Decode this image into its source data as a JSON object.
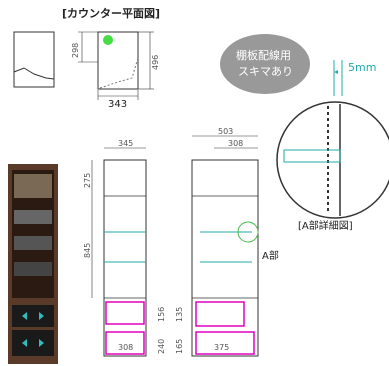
{
  "header": {
    "plan_title": "[カウンター平面図]",
    "detail_title": "[A部詳細図]"
  },
  "bubble": {
    "line1": "棚板配線用",
    "line2": "スキマあり",
    "gap": "5mm"
  },
  "plan_dims": {
    "depth_top": "298",
    "depth_total": "496",
    "width_front": "343"
  },
  "front_view": {
    "width": "345",
    "h_top": "275",
    "h_mid": "845",
    "h_drawer_small": "156",
    "h_drawer_big": "240",
    "inner_w": "308"
  },
  "side_view": {
    "depth": "503",
    "depth_inner": "308",
    "h_drawer_small": "135",
    "h_drawer_big": "165",
    "inner_w": "375",
    "callout": "A部"
  },
  "colors": {
    "magenta": "#e000c0",
    "green_dot": "#44dd44",
    "teal": "#33bbbb",
    "bubble_bg": "#999999",
    "wood": "#5a3a28"
  }
}
